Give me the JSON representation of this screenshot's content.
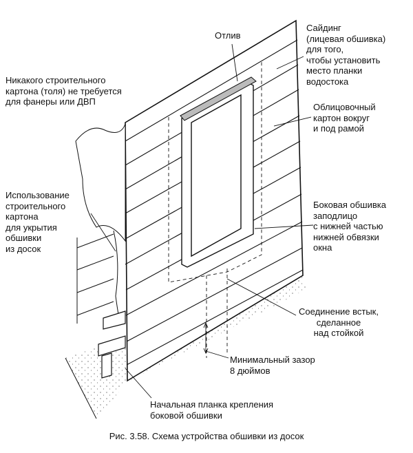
{
  "labels": {
    "otliv": "Отлив",
    "siding": "Сайдинг\n(лицевая обшивка)\nдля того,\nчтобы установить\nместо планки\nводостока",
    "no_cardboard": "Никакого строительного\nкартона (толя) не требуется\nдля фанеры или ДВП",
    "facing_cardboard": "Облицовочный\nкартон вокруг\nи под рамой",
    "use_cardboard": "Использование\nстроительного\nкартона\nдля укрытия\nобшивки\nиз досок",
    "side_siding": "Боковая обшивка\nзаподлицо\nс нижней частью\nнижней обвязки\nокна",
    "butt_joint": "Соединение встык,\nсделанное\nнад стойкой",
    "min_gap": "Минимальный зазор\n8 дюймов",
    "starter_strip": "Начальная планка крепления\nбоковой обшивки"
  },
  "caption": "Рис. 3.58. Схема устройства обшивки из досок"
}
